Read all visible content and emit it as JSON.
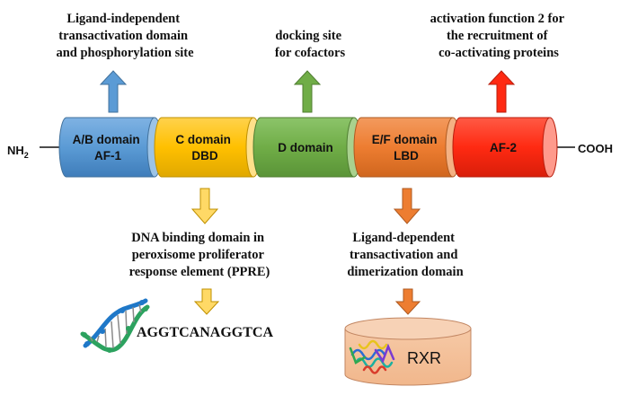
{
  "ends": {
    "left": "NH",
    "left_sub": "2",
    "right": "COOH"
  },
  "segments": [
    {
      "line1": "A/B domain",
      "line2": "AF-1",
      "color": "#5b9bd5"
    },
    {
      "line1": "C domain",
      "line2": "DBD",
      "color": "#ffc000"
    },
    {
      "line1": "D domain",
      "line2": "",
      "color": "#70ad47"
    },
    {
      "line1": "E/F domain",
      "line2": "LBD",
      "color": "#ed7d31"
    },
    {
      "line1": "AF-2",
      "line2": "",
      "color": "#ff2a12"
    }
  ],
  "notes": {
    "ab_top": [
      "Ligand-independent",
      "transactivation domain",
      "and phosphorylation site"
    ],
    "d_top": [
      "docking site",
      "for cofactors"
    ],
    "af2_top": [
      "activation function 2 for",
      "the recruitment of",
      "co-activating proteins"
    ],
    "c_bottom": [
      "DNA binding domain in",
      "peroxisome proliferator",
      "response element (PPRE)"
    ],
    "ef_bottom": [
      "Ligand-dependent",
      "transactivation and",
      "dimerization domain"
    ]
  },
  "dna_sequence": "AGGTCANAGGTCA",
  "rxr_label": "RXR",
  "icons": [
    "dna-helix-icon",
    "protein-structure-icon"
  ]
}
